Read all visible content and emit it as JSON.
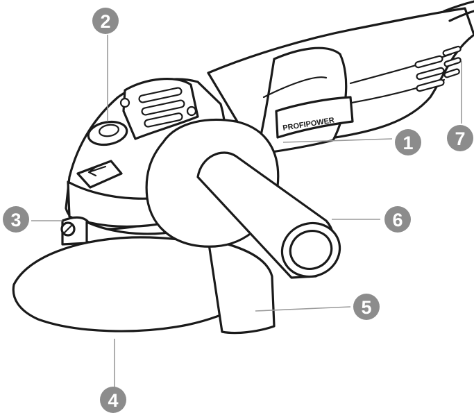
{
  "brand_label": "PROFIPOWER",
  "colors": {
    "outline": "#1a1a1a",
    "callout": "#8c8c8c",
    "leader": "#9a9a9a",
    "background": "#ffffff"
  },
  "callouts": [
    {
      "id": "callout-1",
      "label": "1"
    },
    {
      "id": "callout-2",
      "label": "2"
    },
    {
      "id": "callout-3",
      "label": "3"
    },
    {
      "id": "callout-4",
      "label": "4"
    },
    {
      "id": "callout-5",
      "label": "5"
    },
    {
      "id": "callout-6",
      "label": "6"
    },
    {
      "id": "callout-7",
      "label": "7"
    }
  ]
}
